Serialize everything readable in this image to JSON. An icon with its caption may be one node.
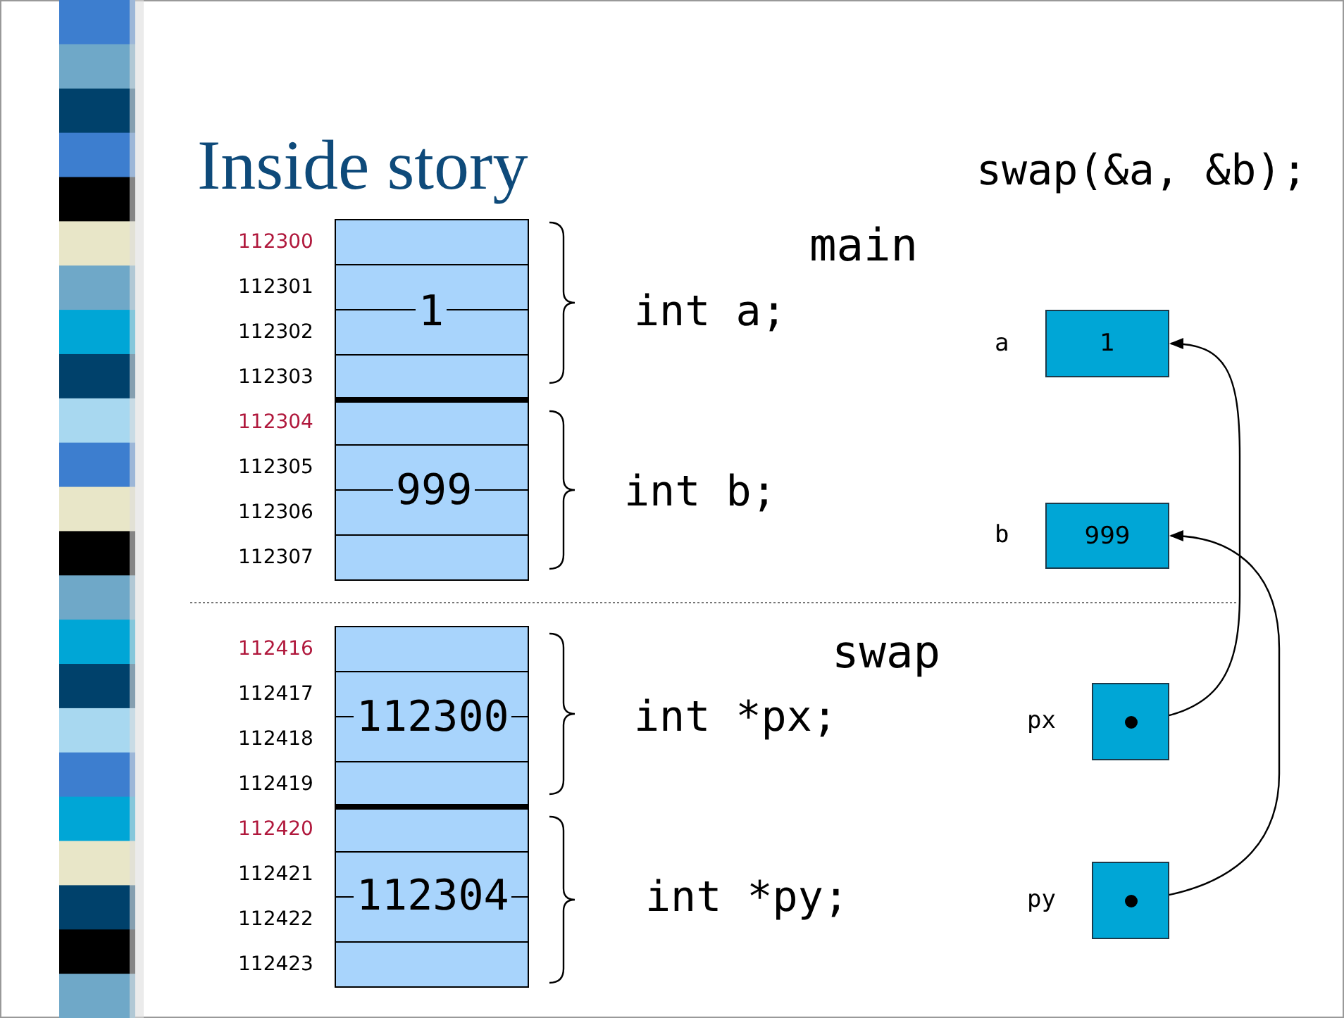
{
  "diagram": {
    "title": "Inside story",
    "nodes": [
      {
        "text": [
          "1"
        ],
        "beside": [
          "a"
        ]
      },
      {
        "text": [
          "999"
        ],
        "beside": [
          "b"
        ]
      },
      {
        "text": [],
        "shape": "box",
        "beside": [
          "px"
        ]
      },
      {
        "text": [],
        "shape": "box",
        "beside": [
          "py"
        ]
      }
    ],
    "edges": [
      {
        "from": 2,
        "to": 0,
        "arrow": "to"
      },
      {
        "from": 3,
        "to": 1,
        "arrow": "to"
      }
    ],
    "labels": [
      "swap(&a, &b);",
      "main",
      "112300",
      "112301",
      "112302",
      "112303",
      "112304",
      "112305",
      "112306",
      "112307",
      "1",
      "int a;",
      "999",
      "int b;",
      "swap",
      "112416",
      "112417",
      "112418",
      "112419",
      "112420",
      "112421",
      "112422",
      "112423",
      "112300",
      "int *px;",
      "112304",
      "int *py;"
    ]
  }
}
